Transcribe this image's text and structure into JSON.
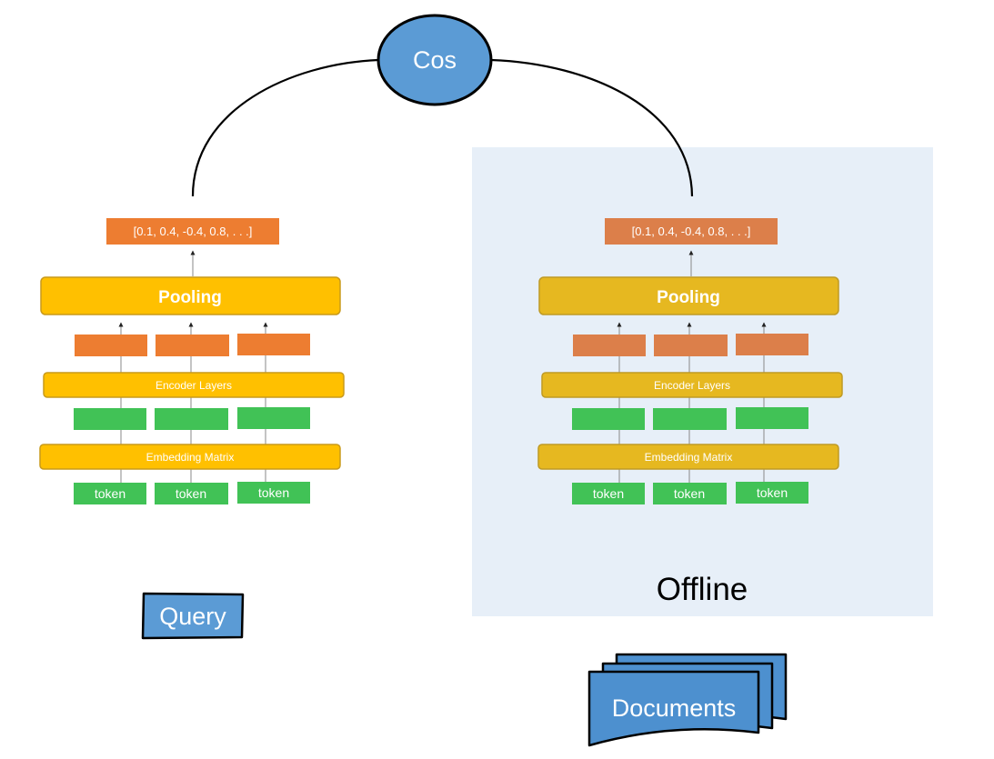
{
  "similarity": {
    "label": "Cos"
  },
  "query_tower": {
    "embedding": "[0.1, 0.4, -0.4, 0.8, . . .]",
    "pooling": "Pooling",
    "encoder": "Encoder Layers",
    "embedding_matrix": "Embedding Matrix",
    "tokens": [
      "token",
      "token",
      "token"
    ],
    "input_label": "Query"
  },
  "document_tower": {
    "embedding": "[0.1, 0.4, -0.4, 0.8, . . .]",
    "pooling": "Pooling",
    "encoder": "Encoder Layers",
    "embedding_matrix": "Embedding Matrix",
    "tokens": [
      "token",
      "token",
      "token"
    ],
    "region_label": "Offline",
    "input_label": "Documents"
  },
  "colors": {
    "ellipse_fill": "#5b9bd5",
    "query_orange": "#ed7d31",
    "query_yellow": "#ffc000",
    "doc_orange": "#dc7f4a",
    "doc_yellow": "#e6b820",
    "green": "#41c256",
    "offline_bg": "#e7eff8",
    "doc_blue": "#4d90cf"
  }
}
